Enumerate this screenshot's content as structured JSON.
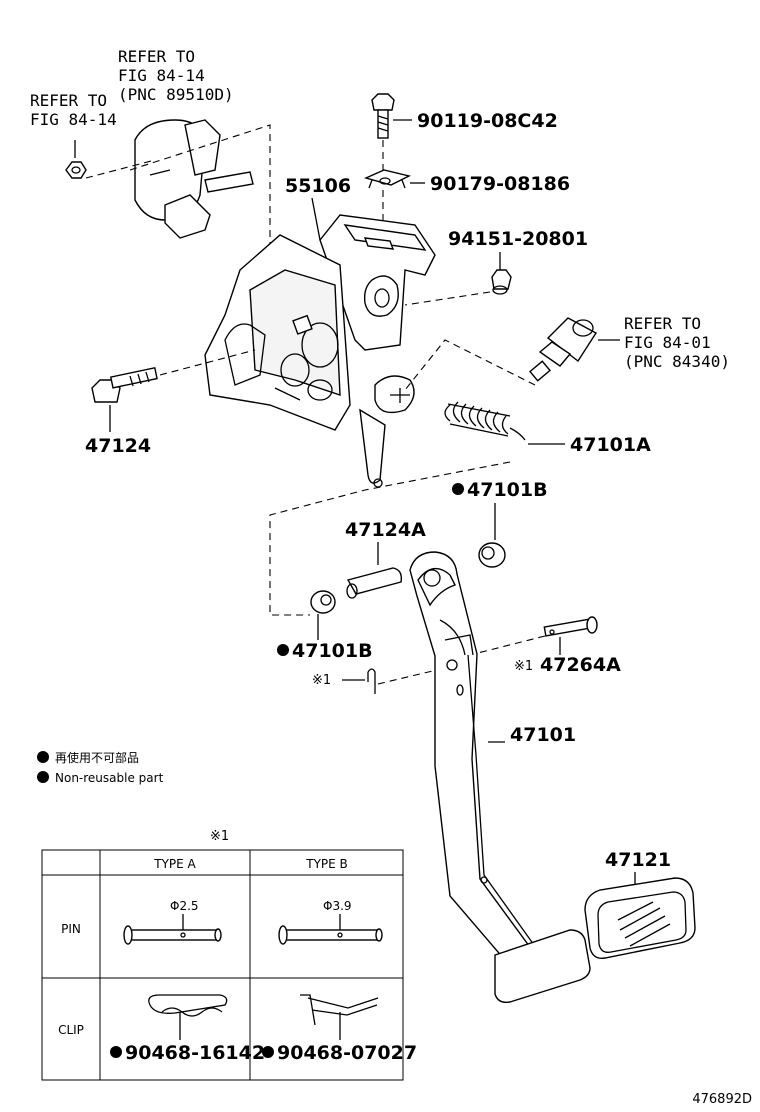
{
  "refs": {
    "ref_top_1": "REFER TO",
    "ref_top_2": "FIG 84-14",
    "ref_top_3": "(PNC 89510D)",
    "ref_left_1": "REFER TO",
    "ref_left_2": "FIG 84-14",
    "ref_right_1": "REFER TO",
    "ref_right_2": "FIG 84-01",
    "ref_right_3": "(PNC 84340)"
  },
  "parts": {
    "bolt_top": "90119-08C42",
    "clip_top": "90179-08186",
    "bracket": "55106",
    "nut": "94151-20801",
    "bolt_left": "47124",
    "spring": "47101A",
    "bushing_top": "47101B",
    "collar": "47124A",
    "bushing_left": "47101B",
    "pin_ref": "※1",
    "pin_part": "47264A",
    "clip_ref": "※1",
    "pedal": "47101",
    "pad": "47121"
  },
  "legend": {
    "jp": "再使用不可部品",
    "en": "Non-reusable part"
  },
  "table": {
    "note": "※1",
    "type_a": "TYPE A",
    "type_b": "TYPE B",
    "row_pin": "PIN",
    "row_clip": "CLIP",
    "dia_a": "Φ2.5",
    "dia_b": "Φ3.9",
    "clip_a": "90468-16142",
    "clip_b": "90468-07027"
  },
  "diagram_id": "476892D"
}
